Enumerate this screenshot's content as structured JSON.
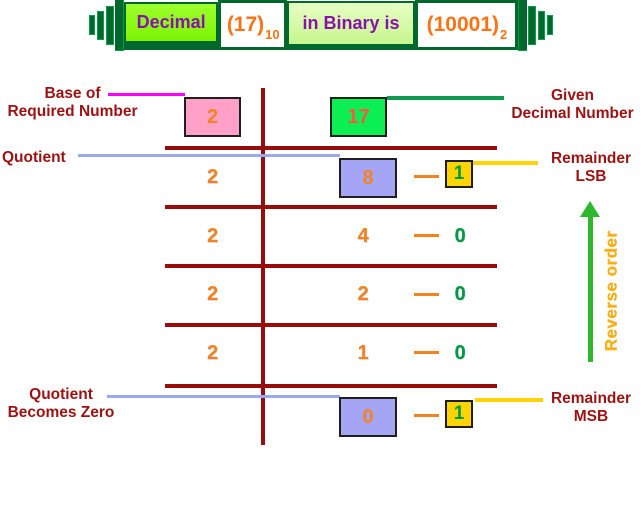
{
  "banner": {
    "decimal_label": "Decimal",
    "decimal_value": "(17)",
    "decimal_base": "10",
    "middle_label": "in Binary is",
    "binary_value": "(10001)",
    "binary_base": "2"
  },
  "annotations": {
    "base_of_line1": "Base of",
    "base_of_line2": "Required Number",
    "given_line1": "Given",
    "given_line2": "Decimal Number",
    "quotient": "Quotient",
    "remainder_lsb_line1": "Remainder",
    "remainder_lsb_line2": "LSB",
    "quotient_zero_line1": "Quotient",
    "quotient_zero_line2": "Becomes Zero",
    "remainder_msb_line1": "Remainder",
    "remainder_msb_line2": "MSB",
    "reverse_order": "Reverse order"
  },
  "division": {
    "base": "2",
    "given_number": "17",
    "rows": [
      {
        "divisor": "2",
        "quotient": "8",
        "remainder": "1"
      },
      {
        "divisor": "2",
        "quotient": "4",
        "remainder": "0"
      },
      {
        "divisor": "2",
        "quotient": "2",
        "remainder": "0"
      },
      {
        "divisor": "2",
        "quotient": "1",
        "remainder": "0"
      },
      {
        "quotient": "0",
        "remainder": "1"
      }
    ]
  },
  "colors": {
    "dark_red": "#980c0c",
    "label_red": "#9e1111",
    "orange": "#f5821f",
    "given_digit": "#ff5743",
    "green_digit": "#009a44",
    "pink_box": "#ffa0c8",
    "green_box": "#0cef52",
    "purple_box": "#a5a5f6",
    "yellow_box": "#ffd400",
    "magenta_line": "#ff00ff",
    "green_line": "#0d9c4d",
    "blue_line": "#9ba7ee",
    "yellow_line": "#ffd400",
    "arrow_green": "#2eb82e",
    "reverse_text": "#ffaf00",
    "banner_dark_green": "#00682c",
    "purple_text": "#8912ad",
    "banner_orange": "#ff7214"
  }
}
